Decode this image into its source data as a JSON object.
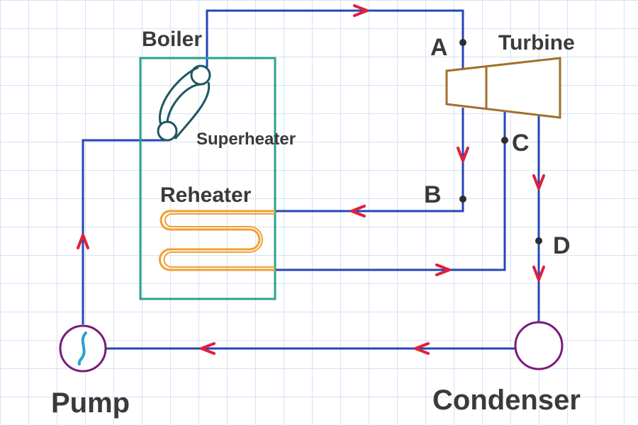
{
  "labels": {
    "boiler": "Boiler",
    "turbine": "Turbine",
    "superheater": "Superheater",
    "reheater": "Reheater",
    "pump": "Pump",
    "condenser": "Condenser"
  },
  "points": {
    "a": "A",
    "b": "B",
    "c": "C",
    "d": "D"
  },
  "colors": {
    "pipe": "#2446b8",
    "flow_arrow": "#e0203a",
    "boiler_box": "#2aa38e",
    "reheater_coil": "#f0a030",
    "turbine": "#a0702a",
    "pump_condenser": "#7a1a7a",
    "superheater_coil": "#1f5660"
  },
  "icons": {
    "pump_impeller": "squiggle-icon"
  }
}
